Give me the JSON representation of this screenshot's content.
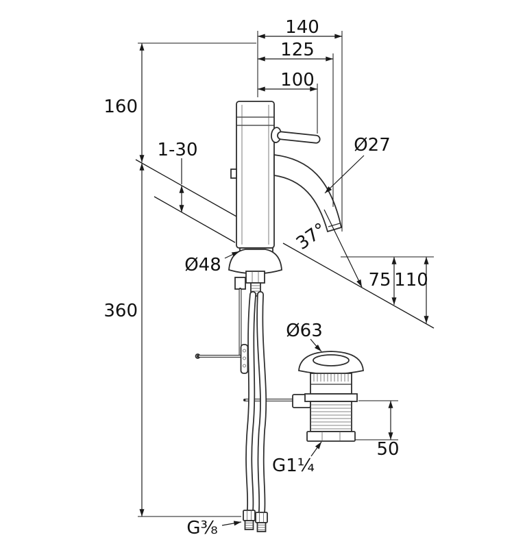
{
  "window": {
    "background": "#ffffff",
    "ink_color": "#1a1a1a"
  },
  "drawing": {
    "subject": "single-lever basin mixer with pop-up waste set - dimensional drawing",
    "labels": {
      "dim_140": "140",
      "dim_125": "125",
      "dim_100": "100",
      "dim_160": "160",
      "range_1_30": "1-30",
      "dia_spout": "Ø27",
      "dia_base": "Ø48",
      "angle_spout": "37°",
      "dim_75": "75",
      "dim_110": "110",
      "dim_360": "360",
      "dia_waste": "Ø63",
      "dim_50": "50",
      "thread_waste": "G1¼",
      "thread_supply": "G⅜"
    }
  }
}
